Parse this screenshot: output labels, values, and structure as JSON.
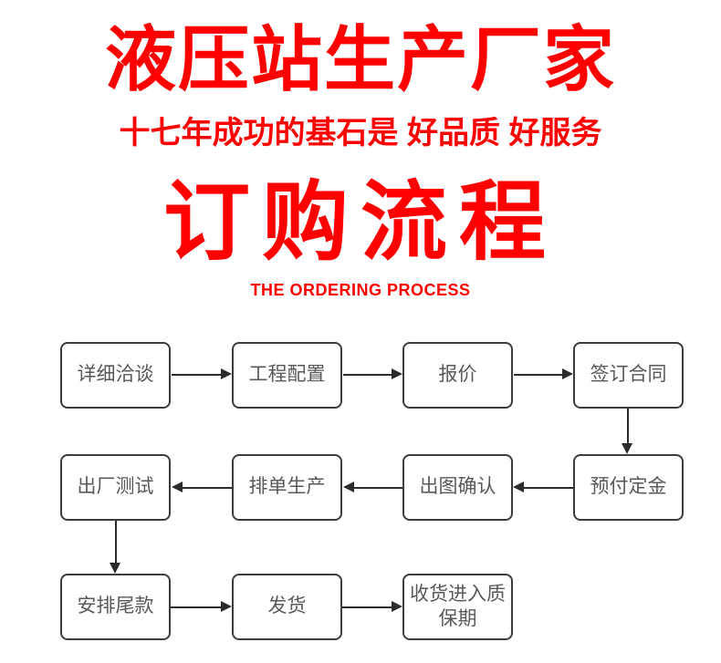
{
  "header": {
    "main_title": "液压站生产厂家",
    "sub_title": "十七年成功的基石是 好品质 好服务",
    "section_title": "订购流程",
    "section_subtitle": "THE ORDERING PROCESS"
  },
  "colors": {
    "accent_red": "#fe0000",
    "box_border": "#3c3c3c",
    "box_text": "#595959",
    "arrow": "#2b2b2b",
    "background": "#ffffff"
  },
  "flow": {
    "boxes": [
      {
        "id": "detailed-negotiation",
        "label": "详细洽谈"
      },
      {
        "id": "engineering-configuration",
        "label": "工程配置"
      },
      {
        "id": "quotation",
        "label": "报价"
      },
      {
        "id": "sign-contract",
        "label": "签订合同"
      },
      {
        "id": "advance-deposit",
        "label": "预付定金"
      },
      {
        "id": "drawing-confirmation",
        "label": "出图确认"
      },
      {
        "id": "production-scheduling",
        "label": "排单生产"
      },
      {
        "id": "factory-testing",
        "label": "出厂测试"
      },
      {
        "id": "final-payment",
        "label": "安排尾款"
      },
      {
        "id": "shipping",
        "label": "发货"
      },
      {
        "id": "receive-goods-warranty",
        "label": "收货进入质保期"
      }
    ],
    "connections": [
      "详细洽谈→工程配置",
      "工程配置→报价",
      "报价→签订合同",
      "签订合同→预付定金",
      "预付定金→出图确认",
      "出图确认→排单生产",
      "排单生产→出厂测试",
      "出厂测试→安排尾款",
      "安排尾款→发货",
      "发货→收货进入质保期"
    ]
  }
}
